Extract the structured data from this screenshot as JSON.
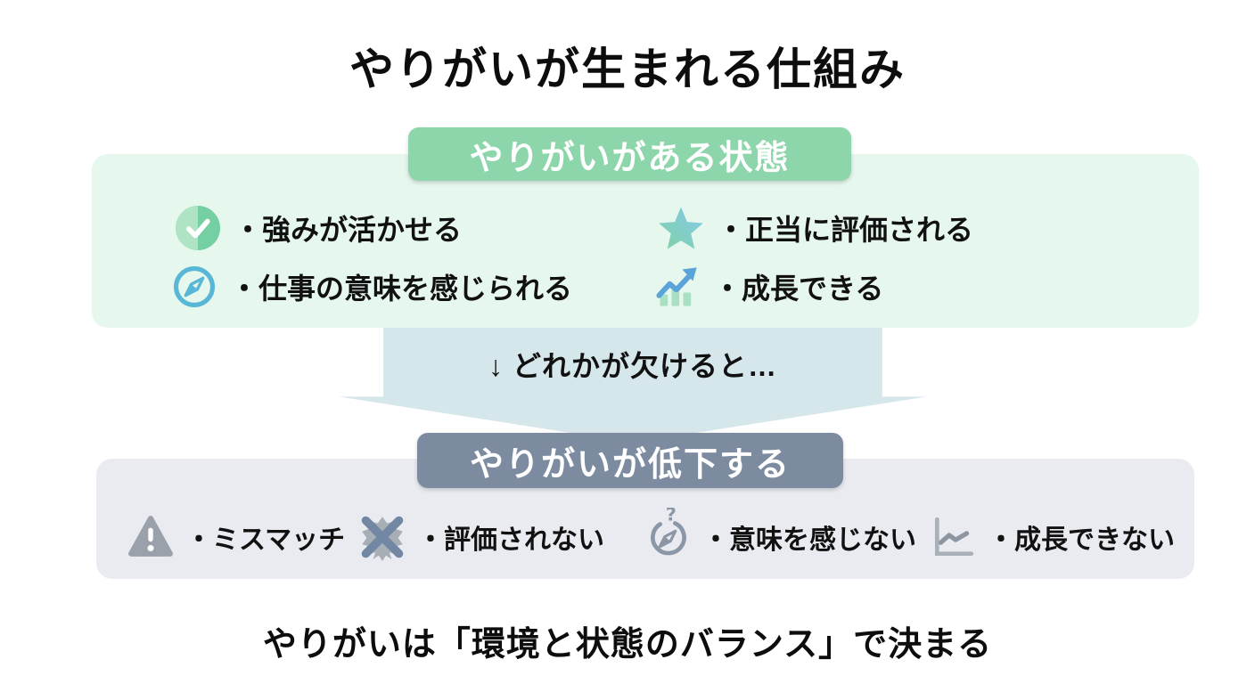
{
  "title": "やりがいが生まれる仕組み",
  "positive_section": {
    "banner": "やりがいがある状態",
    "items": [
      {
        "icon": "check-circle-icon",
        "label": "・強みが活かせる"
      },
      {
        "icon": "star-icon",
        "label": "・正当に評価される"
      },
      {
        "icon": "compass-icon",
        "label": "・仕事の意味を感じられる"
      },
      {
        "icon": "growth-chart-icon",
        "label": "・成長できる"
      }
    ]
  },
  "transition": {
    "arrow_label": "↓ どれかが欠けると…"
  },
  "negative_section": {
    "banner": "やりがいが低下する",
    "items": [
      {
        "icon": "warning-icon",
        "label": "・ミスマッチ"
      },
      {
        "icon": "no-evaluation-icon",
        "label": "・評価されない"
      },
      {
        "icon": "lost-compass-icon",
        "label": "・意味を感じない"
      },
      {
        "icon": "flat-chart-icon",
        "label": "・成長できない"
      }
    ]
  },
  "footer": "やりがいは「環境と状態のバランス」で決まる",
  "colors": {
    "positive_banner": "#8dd6ab",
    "positive_box": "#e6f7ed",
    "arrow": "#d6e7ec",
    "negative_banner": "#7d8ba1",
    "negative_box": "#e9ebf1",
    "check_green": "#74cfa2",
    "compass_blue": "#58b7d6",
    "trend_blue": "#5ba4da",
    "neutral_gray": "#9aa1ab",
    "slate_x": "#7187a3"
  }
}
